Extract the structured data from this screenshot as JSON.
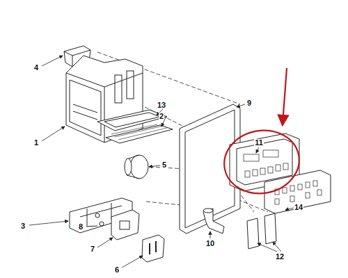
{
  "diagram": {
    "labels": [
      "4",
      "1",
      "13",
      "2",
      "9",
      "11",
      "5",
      "3",
      "8",
      "7",
      "6",
      "10",
      "14",
      "12"
    ]
  }
}
